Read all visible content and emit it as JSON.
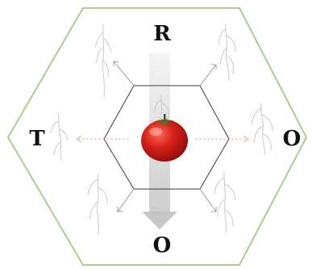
{
  "labels": {
    "top": "R",
    "bottom": "O",
    "left": "T",
    "right": "O"
  },
  "colors": {
    "outer_hexagon": "#a9cf8c",
    "inner_hexagon": "#3a3a3a",
    "arrow": "#cfcfcf",
    "tomato": "#d0201a",
    "tomato_stem": "#3d7a2a",
    "radial_arrows": "#8a8a8a",
    "horizontal_arrows": "#e0a080"
  },
  "icons": {
    "center": "tomato-icon",
    "surrounding": "root-sketch-icon"
  }
}
